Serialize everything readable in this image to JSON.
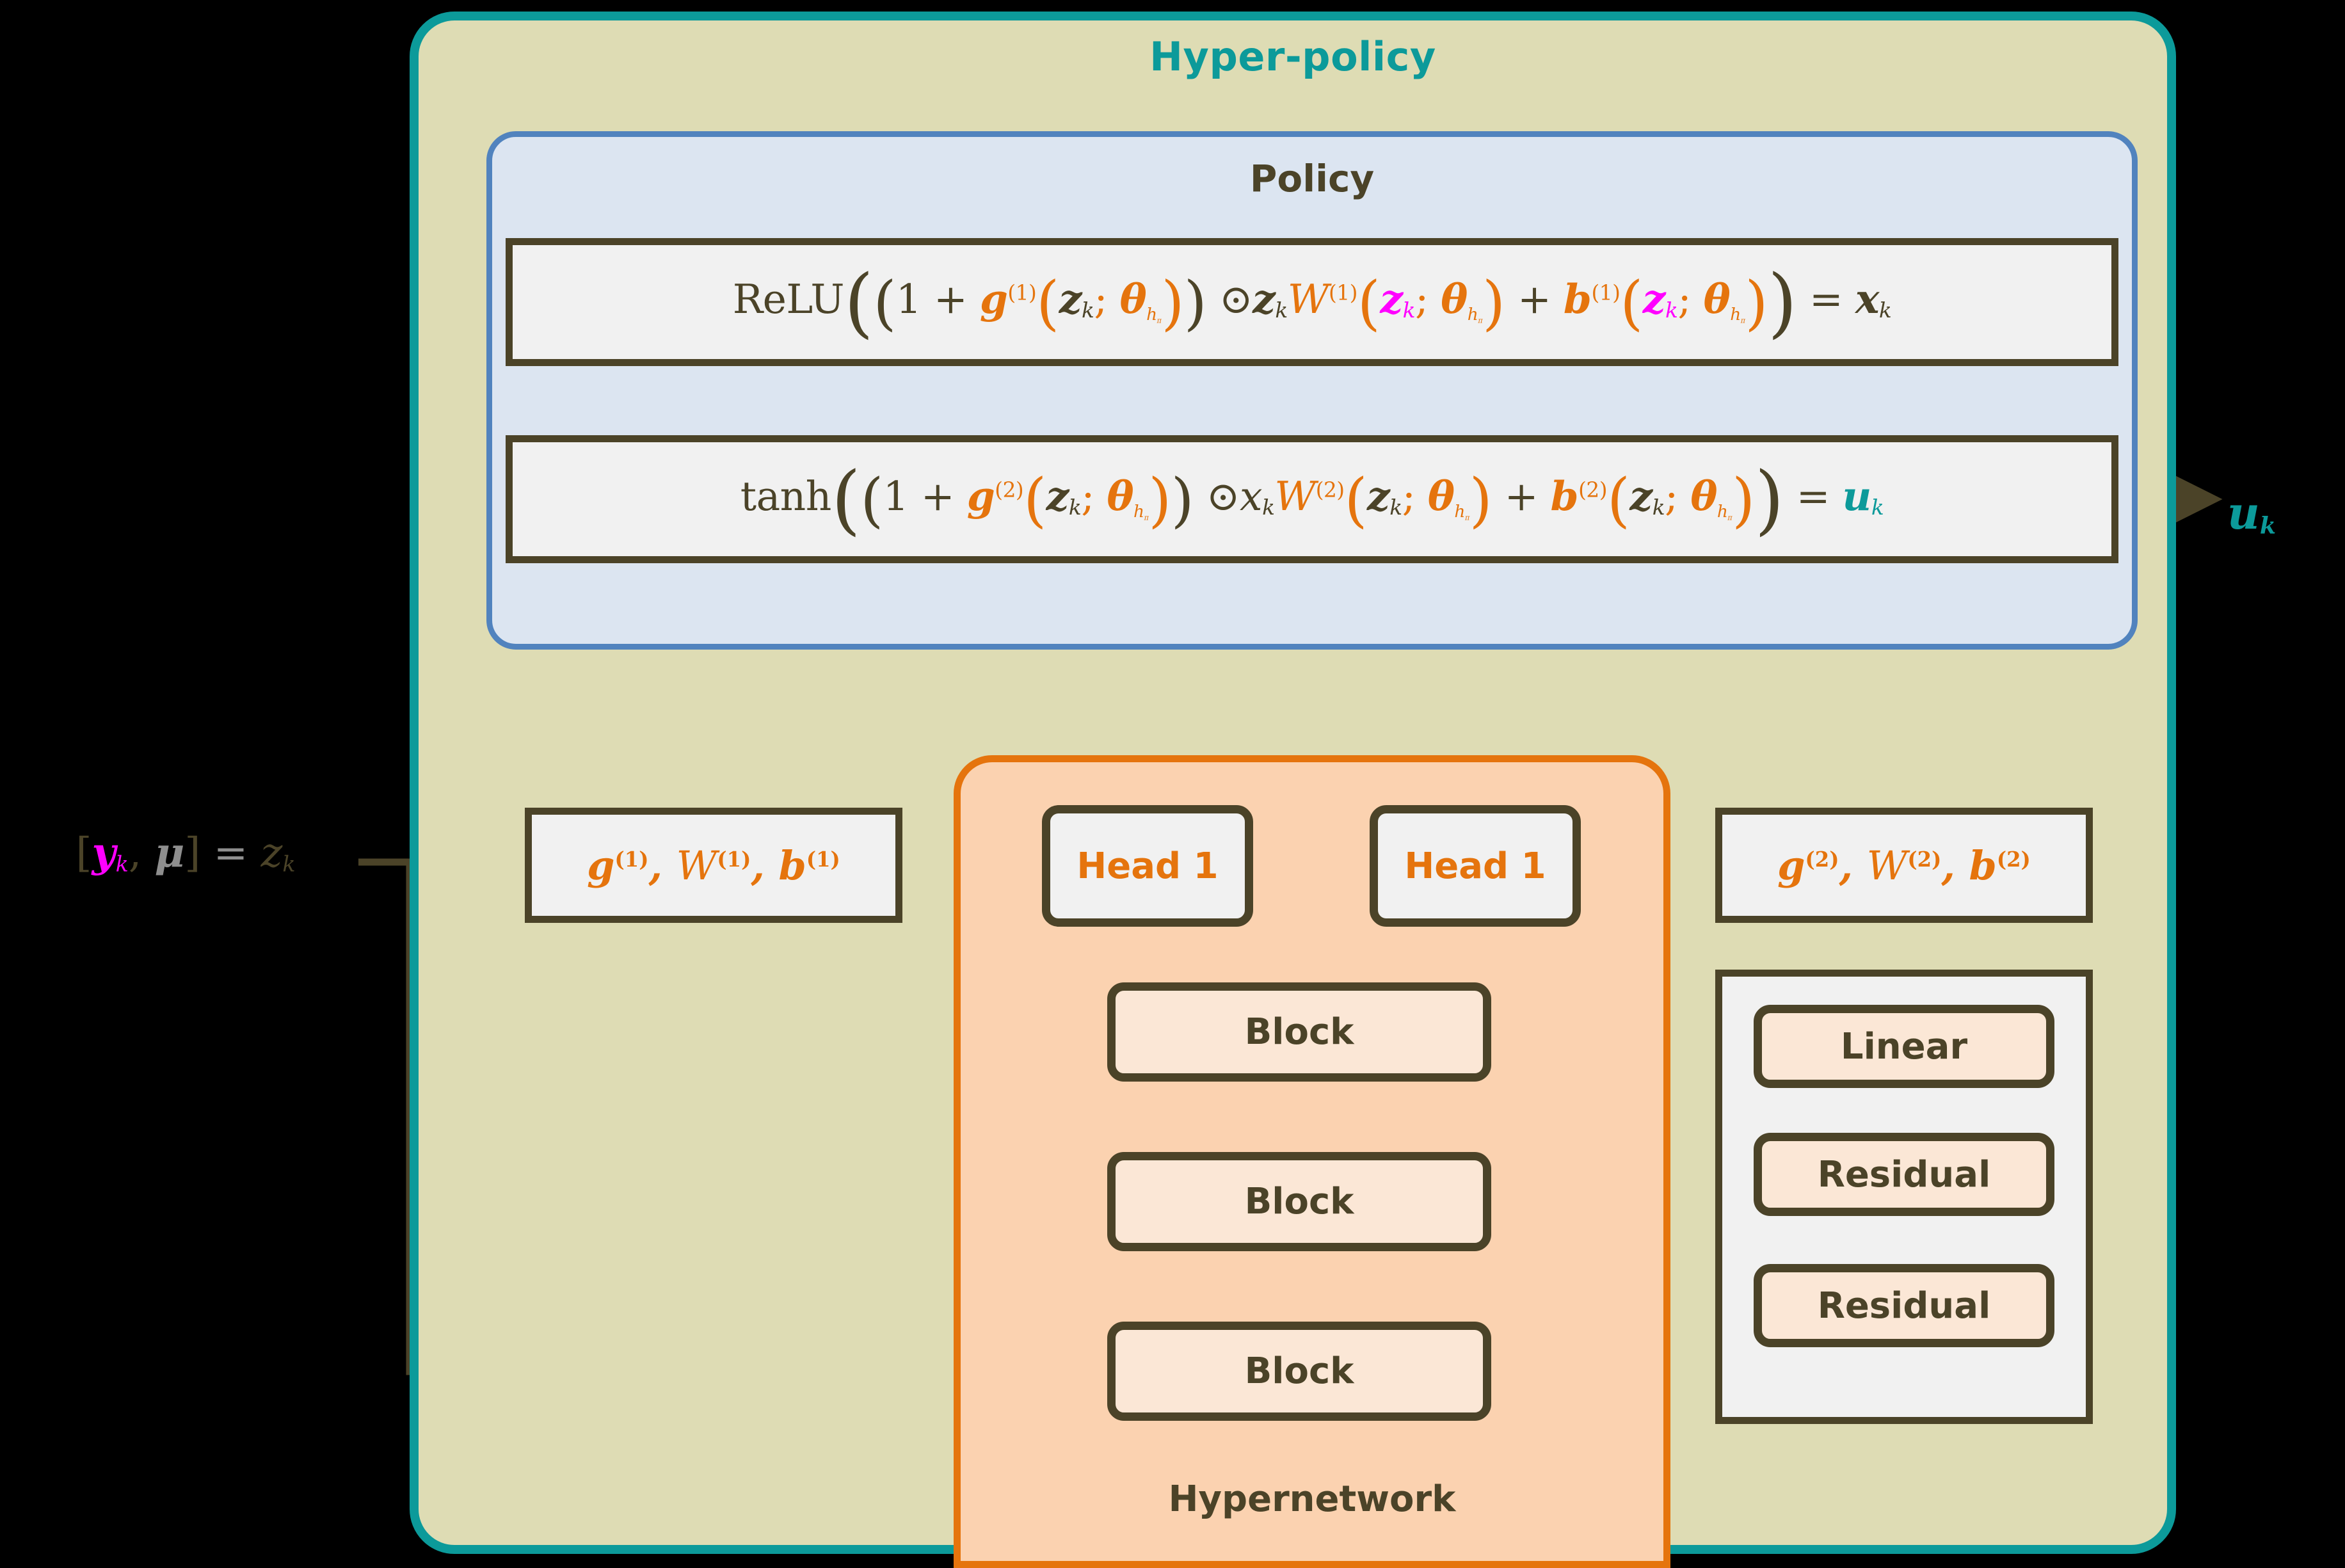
{
  "diagram": {
    "title": "Hyper-policy",
    "title_color": "#0c9a9a",
    "background": "#000000"
  },
  "policy": {
    "title": "Policy",
    "panel_fill": "#dce5f1",
    "panel_border": "#5183be",
    "equations": [
      {
        "id": "layer-1",
        "activation": "ReLU",
        "text": "ReLU((1 + g^(1)(z_k; θ_h_π)) ⊙ z_k W^(1)(z_k; θ_h_π) + b^(1)(z_k; θ_h_π)) = x_k",
        "output": "x_k"
      },
      {
        "id": "layer-2",
        "activation": "tanh",
        "text": "tanh((1 + g^(2)(z_k; θ_h_π)) ⊙ x_k W^(2)(z_k; θ_h_π) + b^(2)(z_k; θ_h_π)) = u_k",
        "output": "u_k"
      }
    ]
  },
  "hypernetwork": {
    "title": "Hypernetwork",
    "panel_fill": "#fbd2b0",
    "panel_border": "#e5740d",
    "heads": [
      {
        "label": "Head 1"
      },
      {
        "label": "Head 1"
      }
    ],
    "blocks": [
      {
        "label": "Block"
      },
      {
        "label": "Block"
      },
      {
        "label": "Block"
      }
    ],
    "params": [
      {
        "label": "g^(1), W^(1), b^(1)",
        "color": "#e5740d"
      },
      {
        "label": "g^(2), W^(2), b^(2)",
        "color": "#e5740d"
      }
    ]
  },
  "residual_detail": {
    "items": [
      {
        "label": "Linear"
      },
      {
        "label": "Residual"
      },
      {
        "label": "Residual"
      }
    ]
  },
  "io": {
    "input_label": "[y_k, μ] = z_k",
    "output_label": "u_k",
    "output_color": "#0c9a9a"
  },
  "colors": {
    "dark": "#4b4328",
    "orange": "#e5740d",
    "magenta": "#ff00ff",
    "teal": "#0c9a9a",
    "gray": "#8e8e8e",
    "khaki": "#dedcb4",
    "box_fill": "#f1f1f1",
    "block_fill": "#fbe7d6"
  }
}
